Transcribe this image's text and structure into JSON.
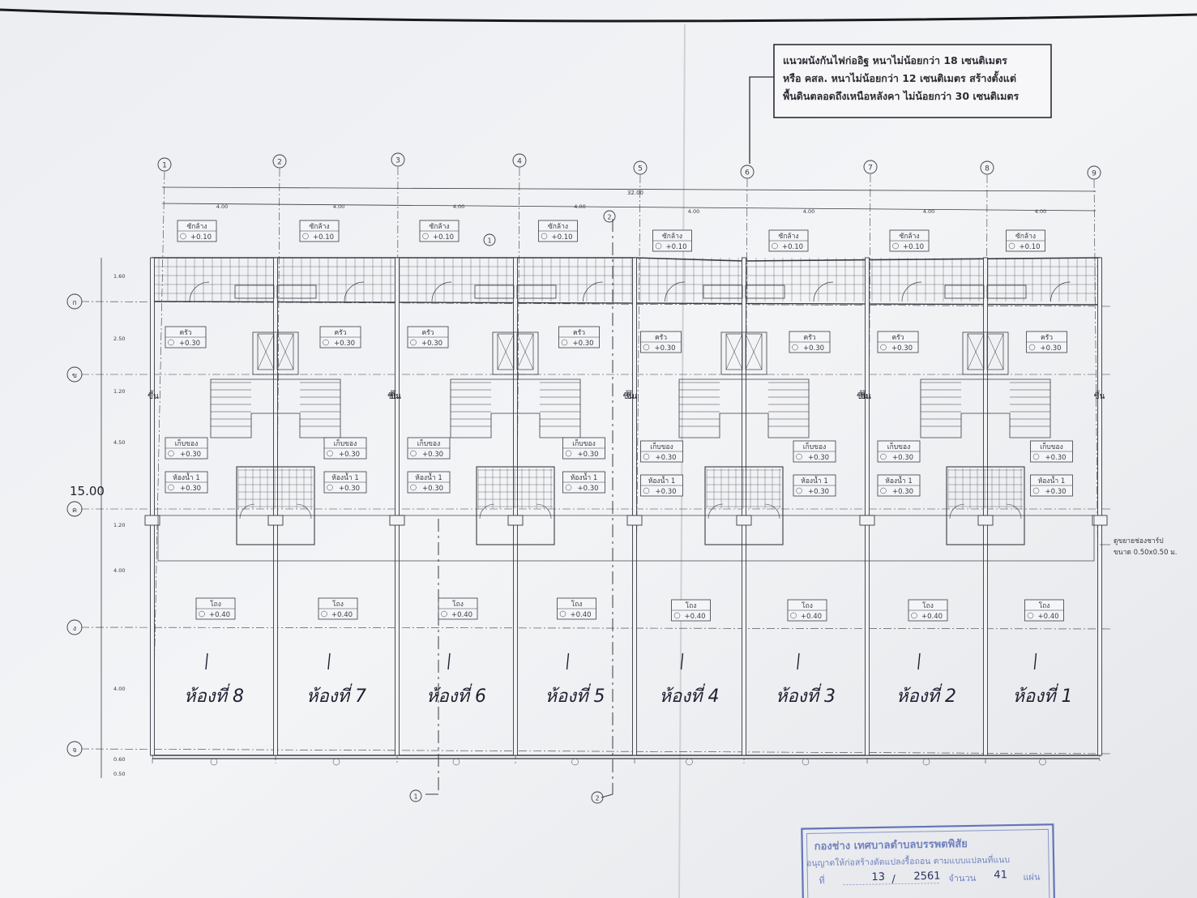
{
  "note": {
    "lines": [
      "แนวผนังกันไฟก่ออิฐ หนาไม่น้อยกว่า 18 เซนติเมตร",
      "หรือ คสล. หนาไม่น้อยกว่า 12 เซนติเมตร สร้างตั้งแต่",
      "พื้นดินตลอดถึงเหนือหลังคา ไม่น้อยกว่า 30 เซนติเมตร"
    ]
  },
  "grid": {
    "columns": [
      "1",
      "2",
      "3",
      "4",
      "5",
      "6",
      "7",
      "8",
      "9"
    ],
    "rows": [
      "ก",
      "ข",
      "ค",
      "ง",
      "จ"
    ],
    "overall_label": "32.00",
    "bay_label": "4.00",
    "sub_label": "1.20"
  },
  "left_dims": [
    "1.60",
    "2.50",
    "1.20",
    "4.50",
    "1.20",
    "4.00",
    "4.00",
    "0.60",
    "0.50"
  ],
  "overall_depth": "15.00",
  "room_labels": {
    "laundry": "ซักล้าง",
    "laundry_level": "+0.10",
    "kitchen": "ครัว",
    "kitchen_level": "+0.30",
    "up": "ขึ้น",
    "storage": "เก็บของ",
    "storage_level": "+0.30",
    "bath": "ห้องน้ำ 1",
    "bath_level": "+0.30",
    "hall": "โถง",
    "hall_level": "+0.40"
  },
  "units": [
    {
      "label": "ห้องที่ 8"
    },
    {
      "label": "ห้องที่ 7"
    },
    {
      "label": "ห้องที่ 6"
    },
    {
      "label": "ห้องที่ 5"
    },
    {
      "label": "ห้องที่ 4"
    },
    {
      "label": "ห้องที่ 3"
    },
    {
      "label": "ห้องที่ 2"
    },
    {
      "label": "ห้องที่ 1"
    }
  ],
  "duct_note": [
    "ดูขยายช่องชาร์ป",
    "ขนาด 0.50x0.50 ม."
  ],
  "section_marks": [
    "1",
    "2"
  ],
  "stamp": {
    "line1": "กองช่าง  เทศบาลตำบลบรรพตพิสัย",
    "line2": "อนุญาตให้ก่อสร้างดัดแปลงรื้อถอน ตามแบบแปลนที่แนบ",
    "line3_prefix": "ที่",
    "number": "13",
    "sep": "/",
    "year": "2561",
    "count_label": "จำนวน",
    "count": "41",
    "tail": "แผ่น"
  },
  "colors": {
    "paper": "#f2f3f5",
    "ink": "#3a3b44",
    "stamp": "#4a5fb0",
    "band": "#1a1a1e"
  }
}
